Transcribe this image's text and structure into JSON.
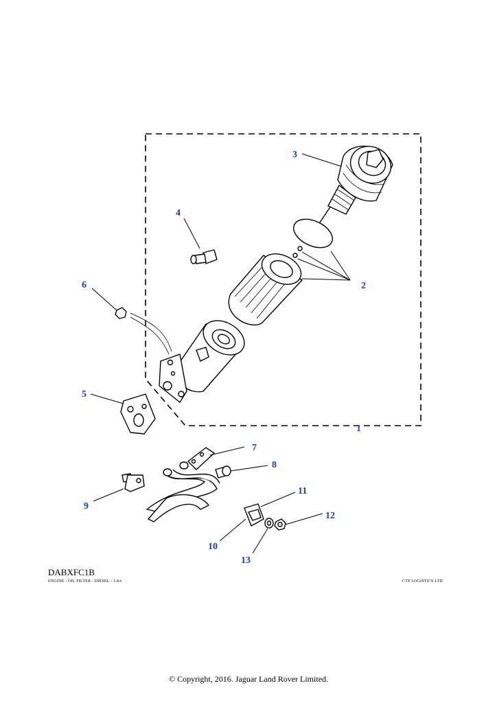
{
  "diagram": {
    "code": "DABXFC1B",
    "caption": "ENGINE - OIL FILTER - DIESEL - 3.8A",
    "publisher": "CTP LOGISTICS LTD",
    "copyright": "© Copyright, 2016. Jaguar Land Rover Limited."
  },
  "callouts": [
    "1",
    "2",
    "3",
    "4",
    "5",
    "6",
    "7",
    "8",
    "9",
    "10",
    "11",
    "12",
    "13"
  ]
}
